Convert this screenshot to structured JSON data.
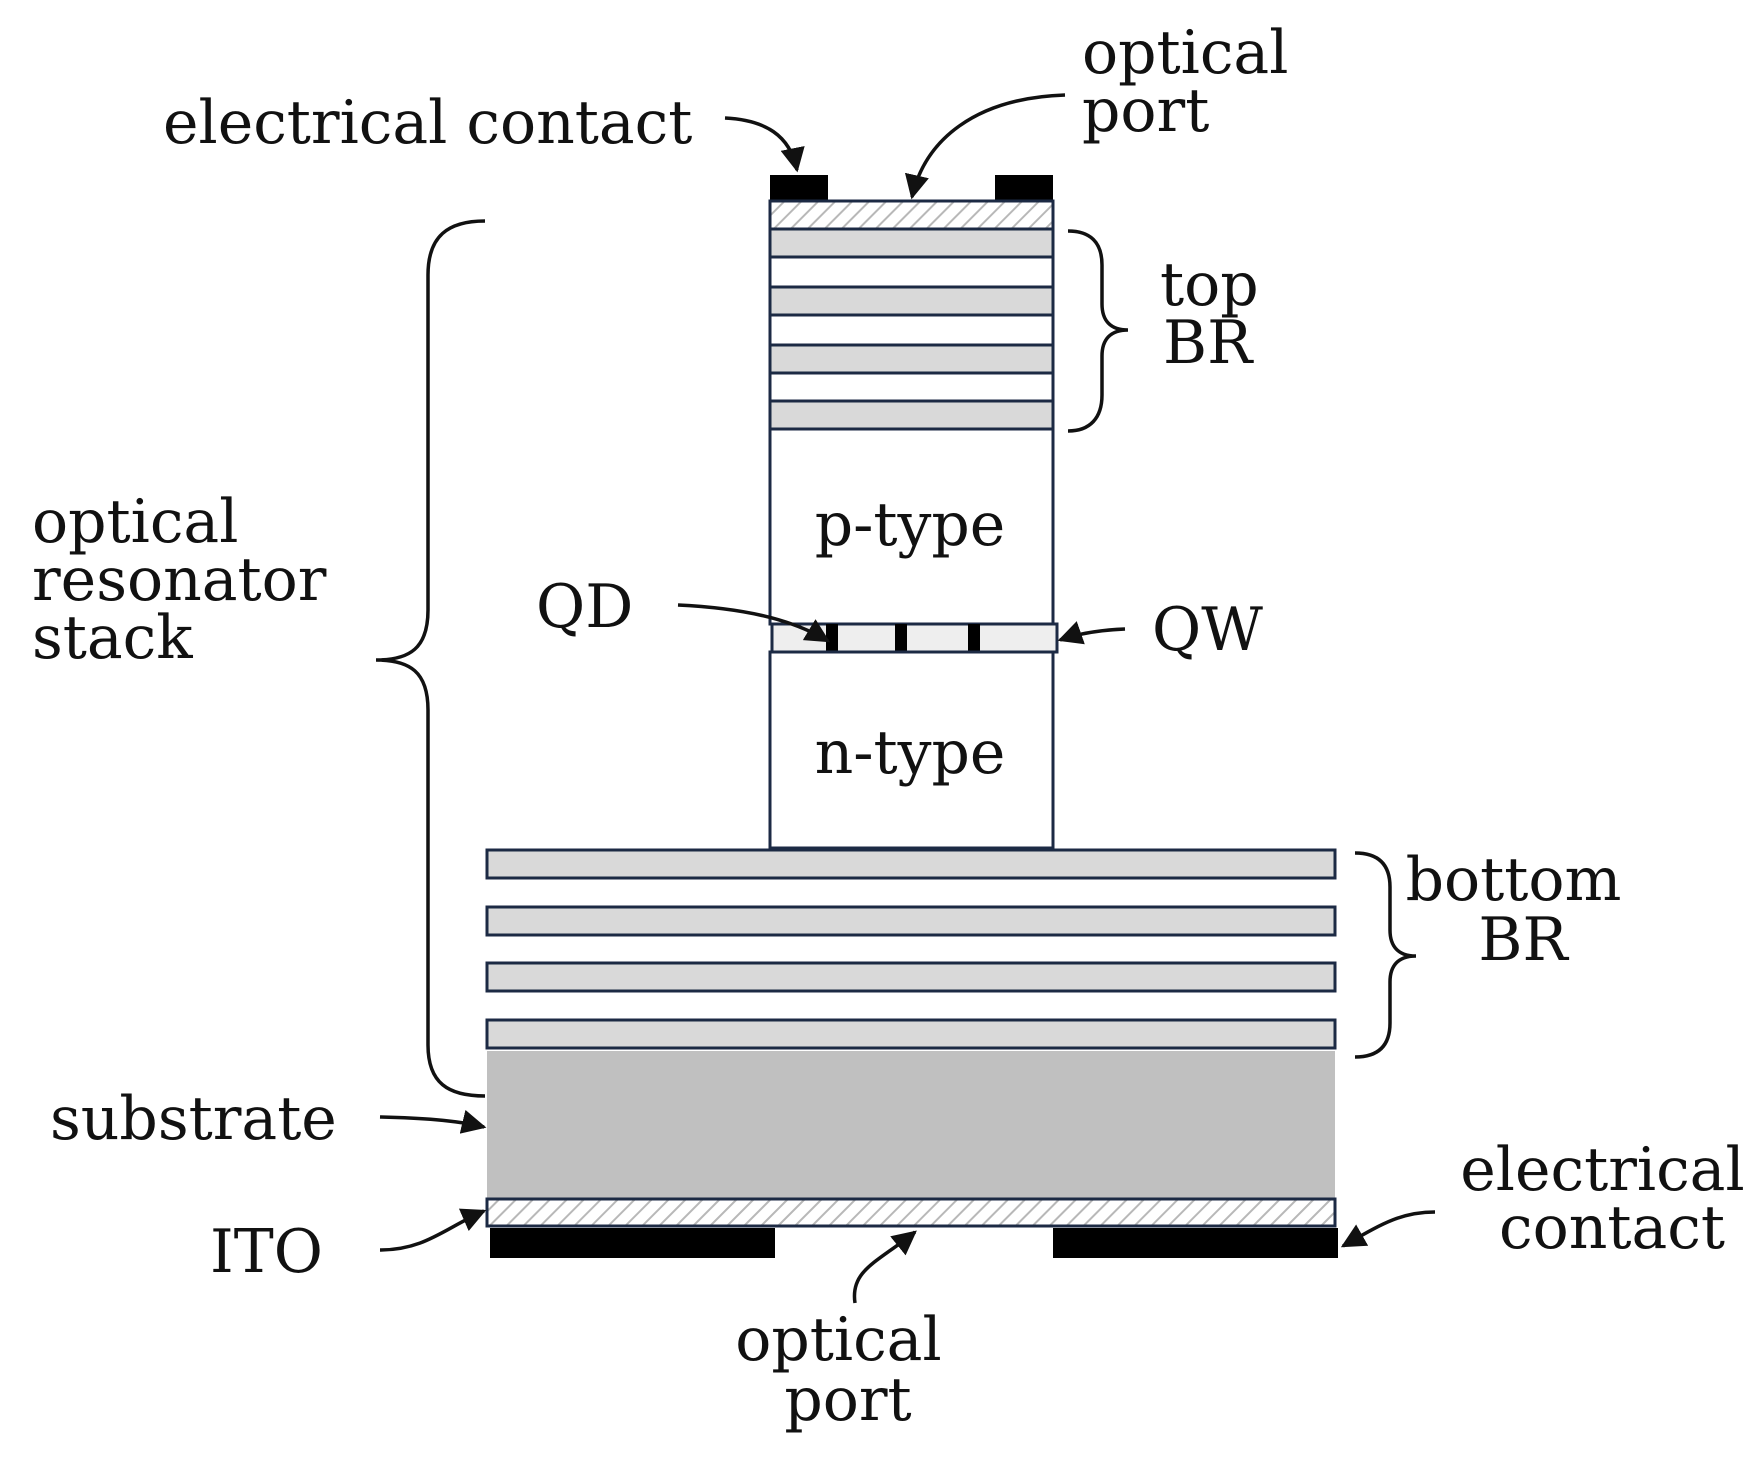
{
  "labels": {
    "electrical_contact_top": "electrical contact",
    "optical_port_top": [
      "optical",
      "port"
    ],
    "top_br": [
      "top",
      "BR"
    ],
    "optical_resonator_stack": [
      "optical",
      "resonator",
      "stack"
    ],
    "p_type": "p-type",
    "n_type": "n-type",
    "qd": "QD",
    "qw": "QW",
    "bottom_br": [
      "bottom",
      "BR"
    ],
    "substrate": "substrate",
    "ito": "ITO",
    "electrical_contact_bottom": [
      "electrical",
      "contact"
    ],
    "optical_port_bottom": [
      "optical",
      "port"
    ]
  },
  "colors": {
    "mirror_layer": "#d9d9d9",
    "substrate": "#c0c0c0",
    "contact": "#000000",
    "layer_outline": "#1c2a44",
    "ito_hatch": "#b8b8b8"
  }
}
